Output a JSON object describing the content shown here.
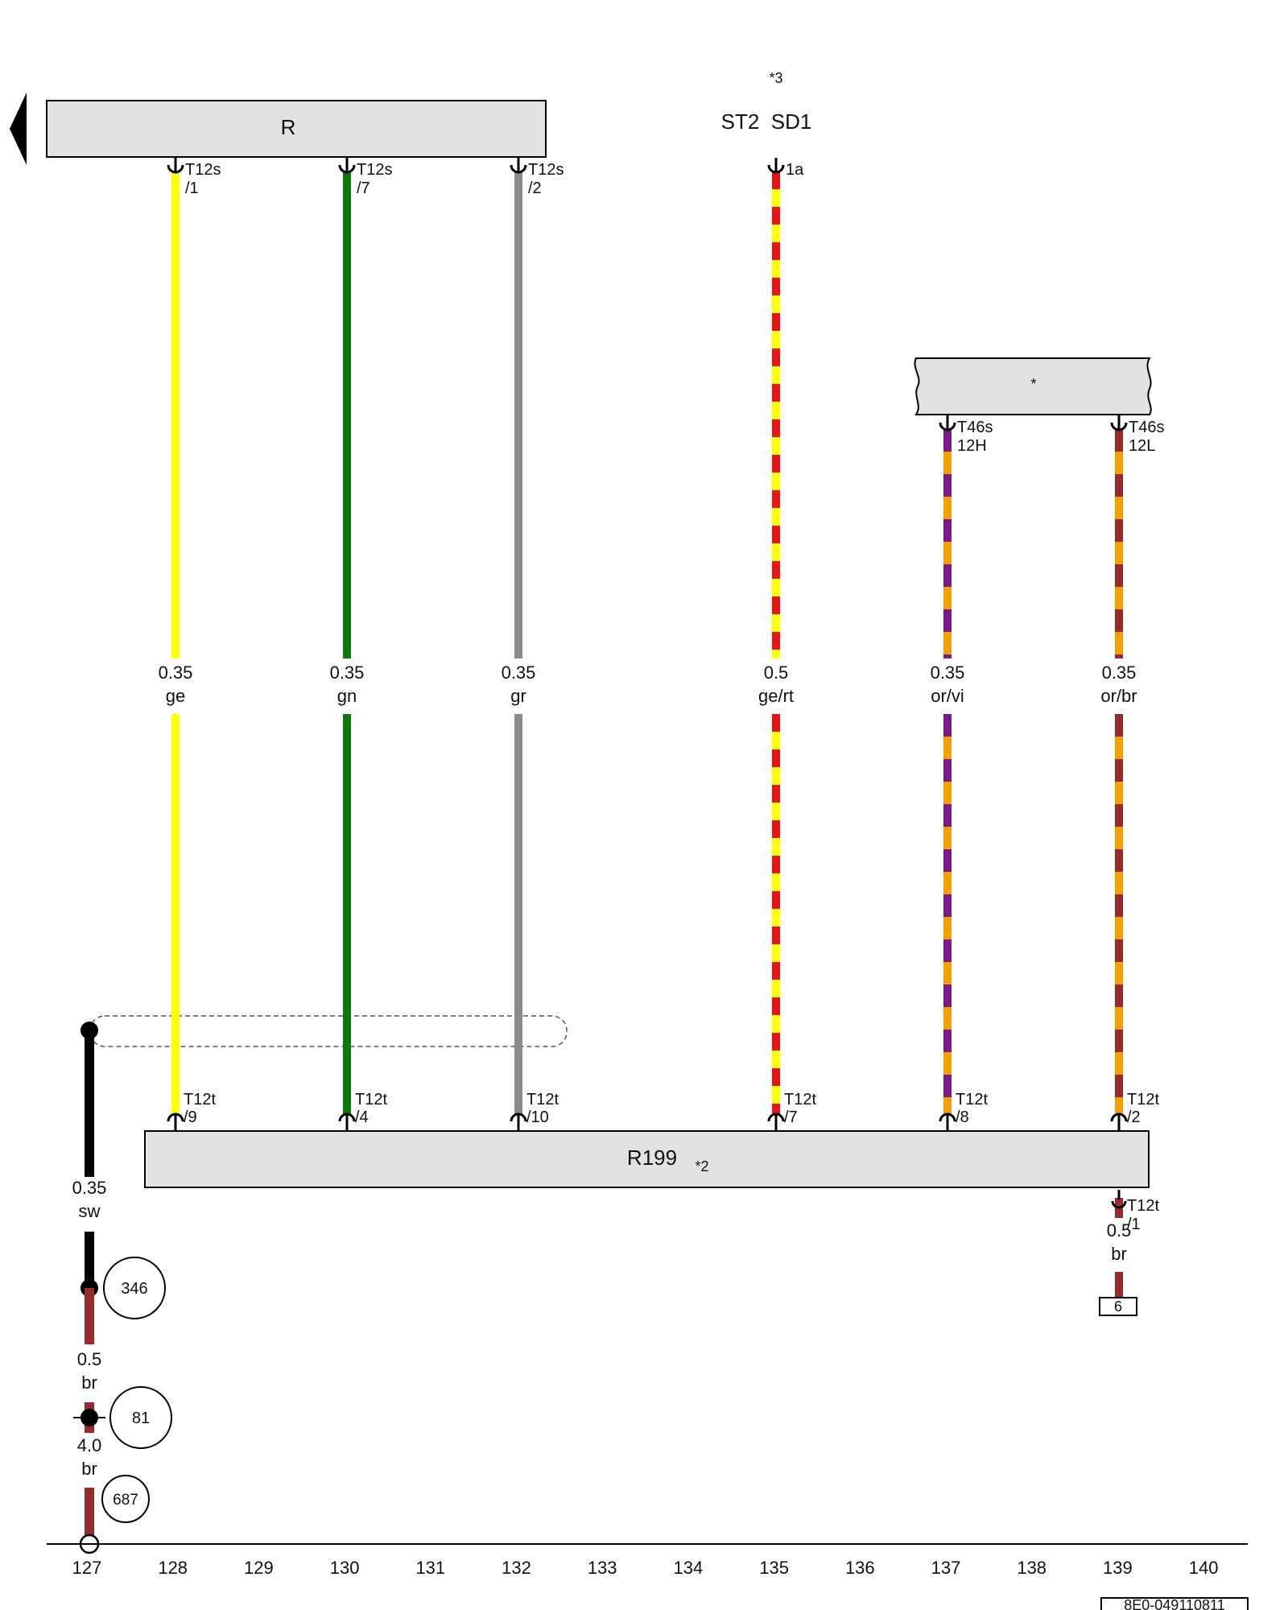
{
  "components": {
    "top_left": {
      "label": "R"
    },
    "top_mid": {
      "label": "ST2  SD1",
      "note": "*3"
    },
    "right": {
      "label": "*"
    },
    "bottom": {
      "label": "R199",
      "note": "*2"
    }
  },
  "wires": [
    {
      "id": "w128",
      "top_pin": "T12s",
      "top_sub": "/1",
      "bottom_pin": "T12t",
      "bottom_sub": "/9",
      "gauge": "0.35",
      "color_code": "ge",
      "colors": [
        "#ffff00"
      ]
    },
    {
      "id": "w130",
      "top_pin": "T12s",
      "top_sub": "/7",
      "bottom_pin": "T12t",
      "bottom_sub": "/4",
      "gauge": "0.35",
      "color_code": "gn",
      "colors": [
        "#0a7a0a"
      ]
    },
    {
      "id": "w132",
      "top_pin": "T12s",
      "top_sub": "/2",
      "bottom_pin": "T12t",
      "bottom_sub": "/10",
      "gauge": "0.35",
      "color_code": "gr",
      "colors": [
        "#8a8a8a"
      ]
    },
    {
      "id": "w135",
      "top_pin": "1a",
      "top_sub": "",
      "bottom_pin": "T12t",
      "bottom_sub": "/7",
      "gauge": "0.5",
      "color_code": "ge/rt",
      "colors": [
        "#ffff00",
        "#ee1111"
      ]
    },
    {
      "id": "w137",
      "top_pin": "T46s",
      "top_sub": "12H",
      "bottom_pin": "T12t",
      "bottom_sub": "/8",
      "gauge": "0.35",
      "color_code": "or/vi",
      "colors": [
        "#f5a000",
        "#7a1a8a"
      ]
    },
    {
      "id": "w139",
      "top_pin": "T46s",
      "top_sub": "12L",
      "bottom_pin": "T12t",
      "bottom_sub": "/2",
      "gauge": "0.35",
      "color_code": "or/br",
      "colors": [
        "#f5a000",
        "#9a2a2a"
      ]
    }
  ],
  "ground": {
    "segments": [
      {
        "gauge": "0.35",
        "color_code": "sw"
      },
      {
        "gauge": "0.5",
        "color_code": "br"
      },
      {
        "gauge": "4.0",
        "color_code": "br"
      }
    ],
    "refs": [
      "346",
      "81",
      "687"
    ]
  },
  "r199_pin1": {
    "pin": "T12t",
    "sub": "/1",
    "gauge": "0.5",
    "color_code": "br",
    "ref": "6"
  },
  "axis": [
    "127",
    "128",
    "129",
    "130",
    "131",
    "132",
    "133",
    "134",
    "135",
    "136",
    "137",
    "138",
    "139",
    "140"
  ],
  "doc_id": "8E0-049110811"
}
